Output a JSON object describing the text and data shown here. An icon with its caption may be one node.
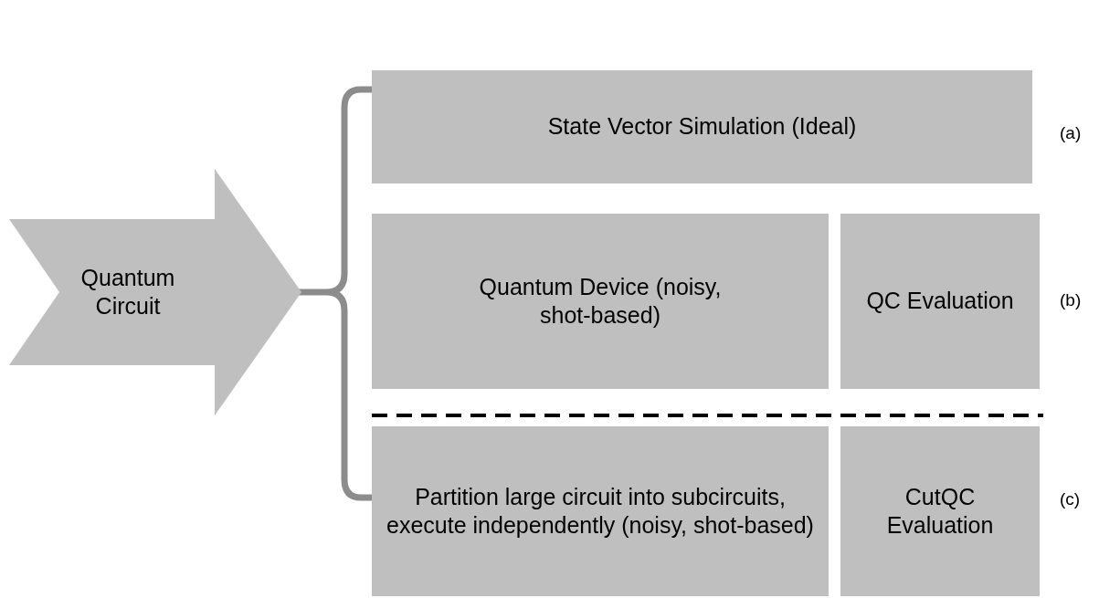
{
  "diagram": {
    "nodes": [
      {
        "text": [
          "Quantum Circuit"
        ]
      },
      {
        "text": [
          "State Vector Simulation (Ideal)"
        ],
        "beside": [
          "(a)"
        ]
      },
      {
        "text": [
          "Quantum Device (noisy, shot-based)"
        ]
      },
      {
        "text": [
          "QC Evaluation"
        ],
        "beside": [
          "(b)"
        ]
      },
      {
        "text": [
          "Partition large circuit into subcircuits, execute independently (noisy, shot-based)"
        ]
      },
      {
        "text": [
          "CutQC Evaluation"
        ],
        "beside": [
          "(c)"
        ]
      }
    ],
    "edges": []
  }
}
